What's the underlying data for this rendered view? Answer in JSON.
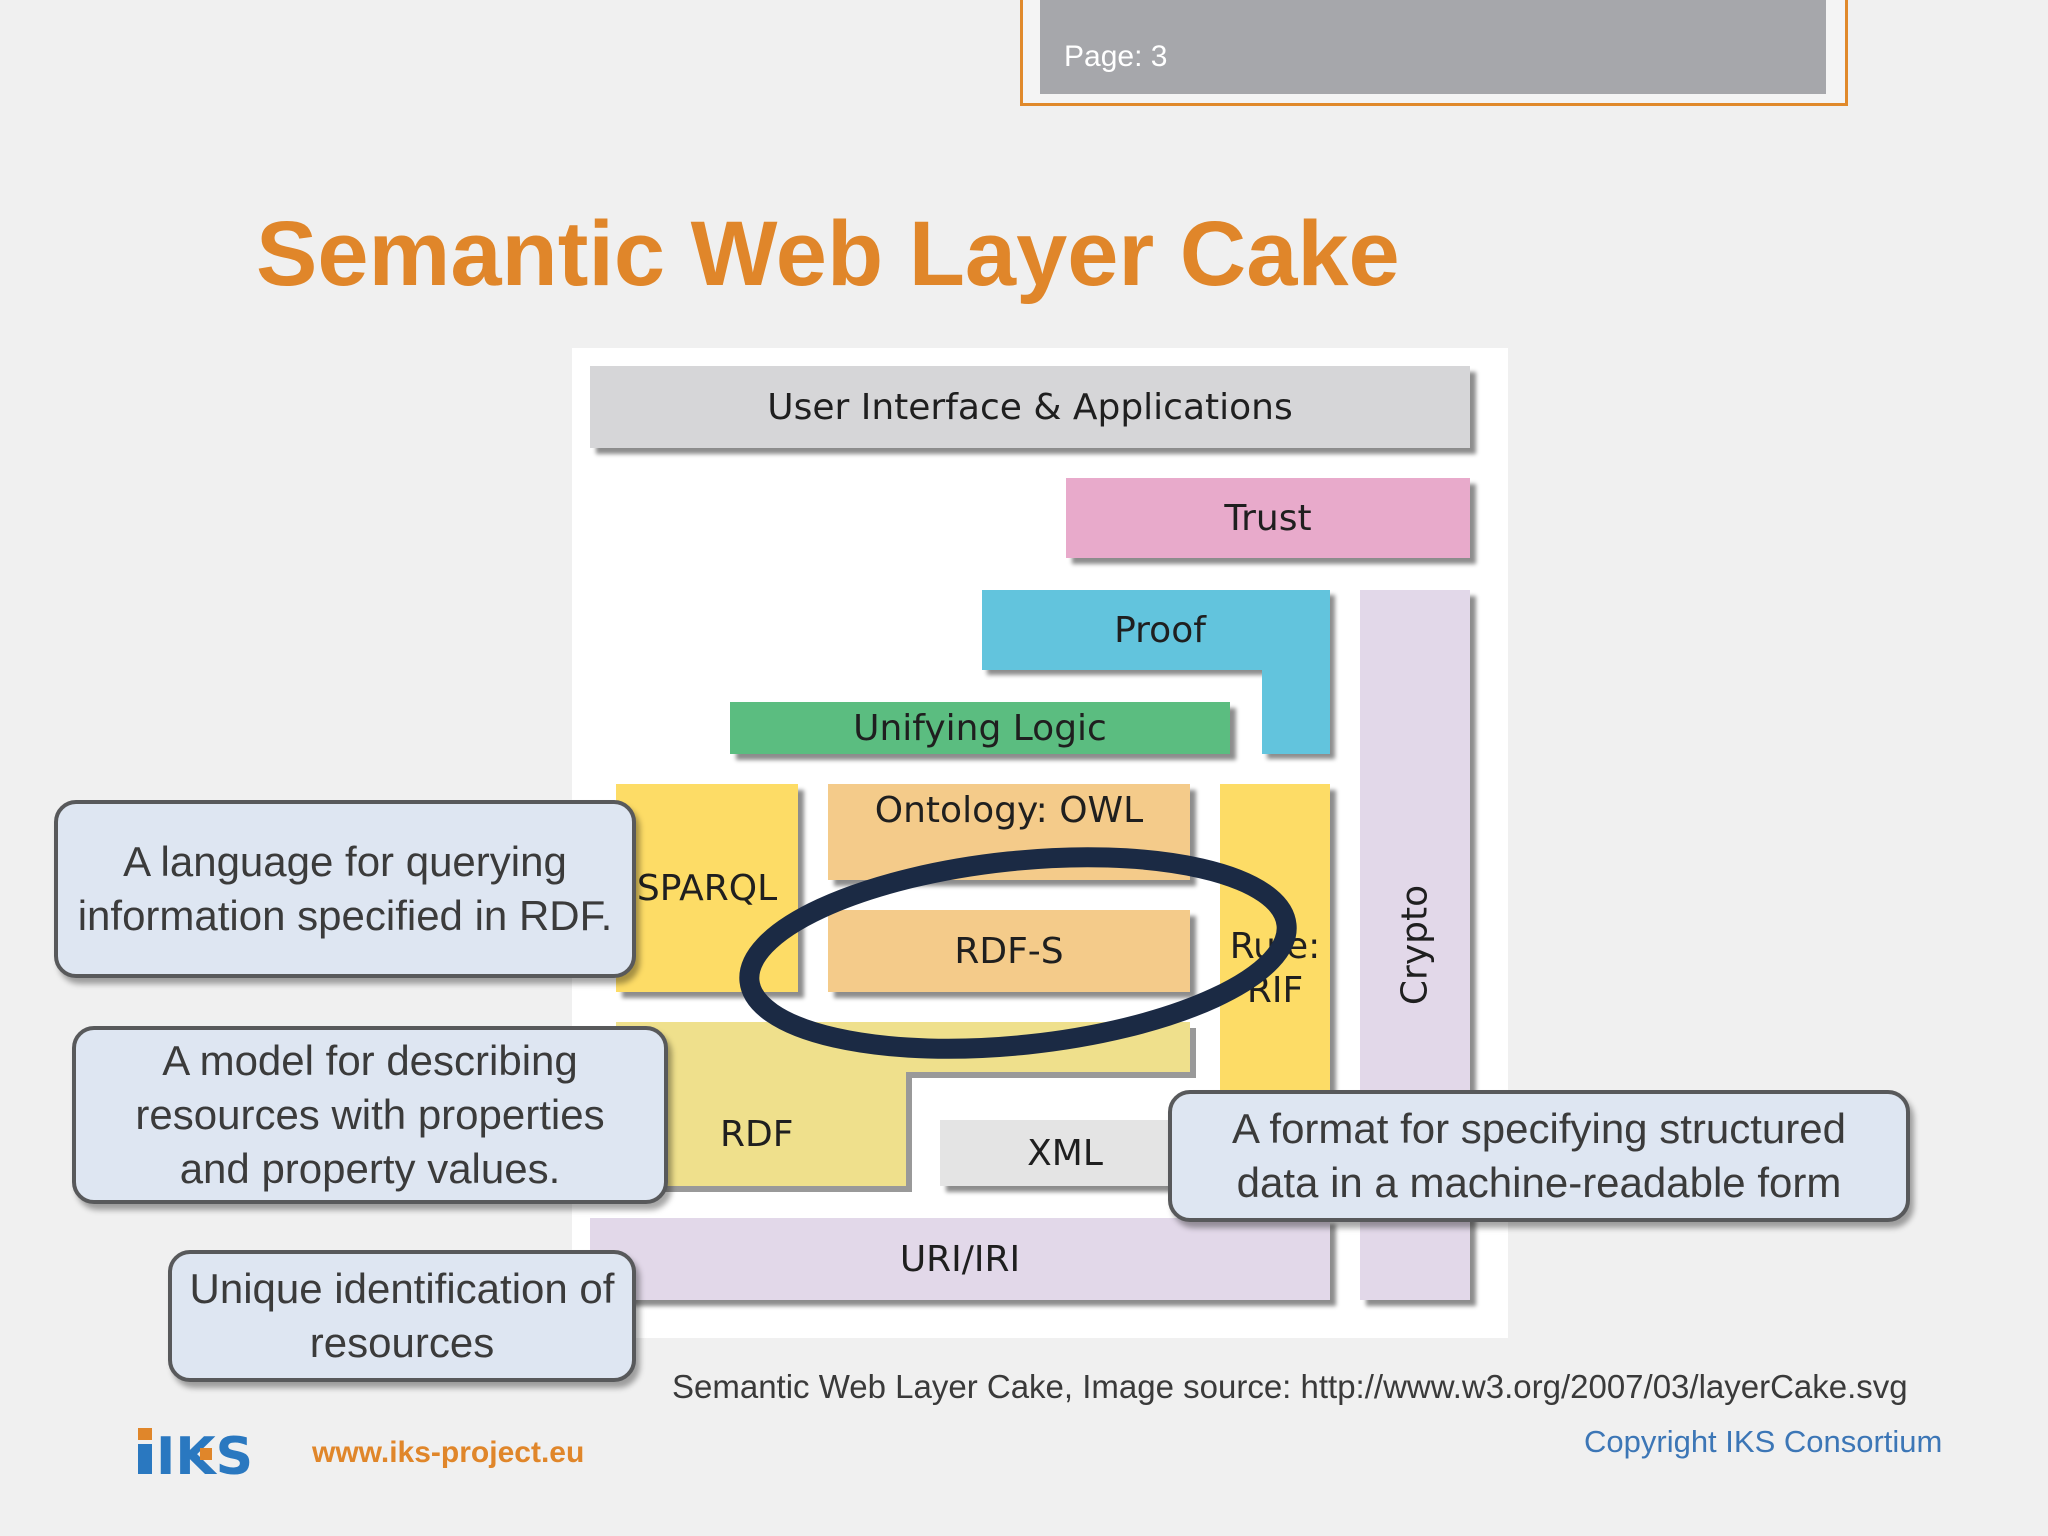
{
  "header": {
    "page_label": "Page:  3"
  },
  "slide": {
    "title": "Semantic Web Layer Cake"
  },
  "diagram": {
    "layers": {
      "ui": "User Interface & Applications",
      "trust": "Trust",
      "proof": "Proof",
      "unifying_logic": "Unifying Logic",
      "sparql": "SPARQL",
      "ontology": "Ontology: OWL",
      "rdfs": "RDF-S",
      "rule": "Rule:\nRIF",
      "rdf": "RDF",
      "xml": "XML",
      "uri": "URI/IRI",
      "crypto": "Crypto"
    },
    "colors": {
      "highlight_ellipse": "#1b2a44",
      "proof": "#62c4dd"
    }
  },
  "callouts": {
    "sparql": "A language for querying information specified in RDF.",
    "rdf": "A model for describing resources with properties and property values.",
    "xml": "A format for specifying structured data in a machine-readable form",
    "uri": "Unique identification of resources"
  },
  "footer": {
    "caption": "Semantic Web Layer Cake, Image source: http://www.w3.org/2007/03/layerCake.svg",
    "copyright": "Copyright IKS Consortium",
    "logo_text": "IKS",
    "website": "www.iks-project.eu"
  }
}
